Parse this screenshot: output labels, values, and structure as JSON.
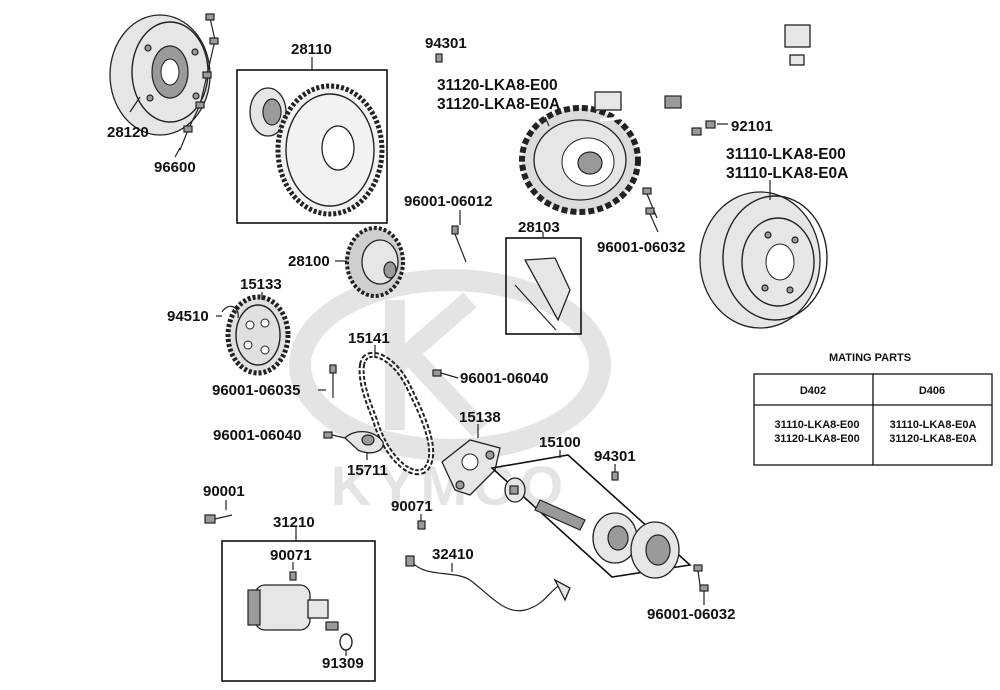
{
  "watermark": {
    "brand_text": "KYMCO"
  },
  "parts": [
    {
      "id": "p28120",
      "number": "28120"
    },
    {
      "id": "p96600",
      "number": "96600"
    },
    {
      "id": "p28110",
      "number": "28110"
    },
    {
      "id": "p94301a",
      "number": "94301"
    },
    {
      "id": "p31120a",
      "number": "31120-LKA8-E00"
    },
    {
      "id": "p31120b",
      "number": "31120-LKA8-E0A"
    },
    {
      "id": "p92101",
      "number": "92101"
    },
    {
      "id": "p31110a",
      "number": "31110-LKA8-E00"
    },
    {
      "id": "p31110b",
      "number": "31110-LKA8-E0A"
    },
    {
      "id": "p96001_06012",
      "number": "96001-06012"
    },
    {
      "id": "p28103",
      "number": "28103"
    },
    {
      "id": "p96001_06032a",
      "number": "96001-06032"
    },
    {
      "id": "p28100",
      "number": "28100"
    },
    {
      "id": "p15133",
      "number": "15133"
    },
    {
      "id": "p94510",
      "number": "94510"
    },
    {
      "id": "p15141",
      "number": "15141"
    },
    {
      "id": "p96001_06040a",
      "number": "96001-06040"
    },
    {
      "id": "p96001_06035",
      "number": "96001-06035"
    },
    {
      "id": "p15138",
      "number": "15138"
    },
    {
      "id": "p96001_06040b",
      "number": "96001-06040"
    },
    {
      "id": "p15711",
      "number": "15711"
    },
    {
      "id": "p15100",
      "number": "15100"
    },
    {
      "id": "p94301b",
      "number": "94301"
    },
    {
      "id": "p90001",
      "number": "90001"
    },
    {
      "id": "p90071a",
      "number": "90071"
    },
    {
      "id": "p31210",
      "number": "31210"
    },
    {
      "id": "p90071b",
      "number": "90071"
    },
    {
      "id": "p32410",
      "number": "32410"
    },
    {
      "id": "p91309",
      "number": "91309"
    },
    {
      "id": "p96001_06032b",
      "number": "96001-06032"
    }
  ],
  "mating_parts": {
    "title": "MATING PARTS",
    "columns": [
      "D402",
      "D406"
    ],
    "rows": [
      [
        "31110-LKA8-E00",
        "31110-LKA8-E0A"
      ],
      [
        "31120-LKA8-E00",
        "31120-LKA8-E0A"
      ]
    ]
  }
}
